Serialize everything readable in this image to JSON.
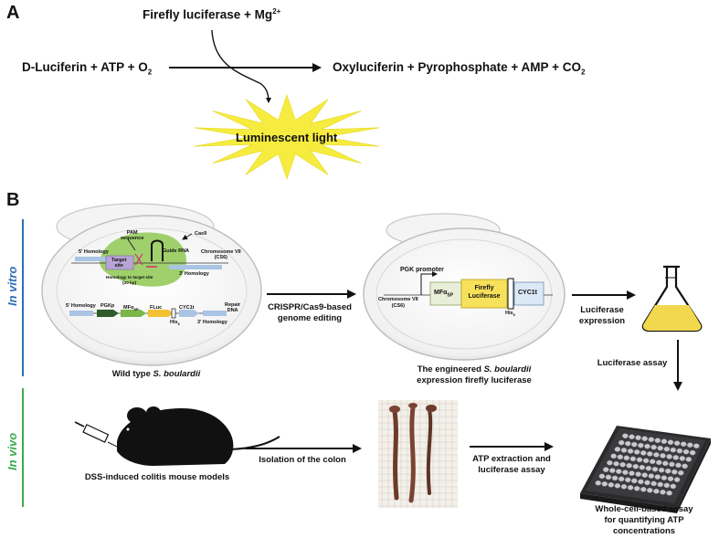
{
  "panelA": {
    "letter": "A",
    "enzyme_text": "Firefly luciferase + Mg",
    "enzyme_sup": "2+",
    "reactants": "D-Luciferin + ATP + O",
    "reactants_sub": "2",
    "products": "Oxyluciferin + Pyrophosphate + AMP + CO",
    "products_sub": "2",
    "light_label": "Luminescent light"
  },
  "panelB": {
    "letter": "B",
    "in_vitro": "In vitro",
    "in_vivo": "In vivo",
    "wild_type_prefix": "Wild type ",
    "wild_type_species": "S. boulardii",
    "crispr_label_1": "CRISPR/Cas9-based",
    "crispr_label_2": "genome editing",
    "engineered_prefix": "The engineered ",
    "engineered_species": "S. boulardii",
    "engineered_line2": "expression firefly luciferase",
    "luciferase_expression_1": "Luciferase",
    "luciferase_expression_2": "expression",
    "luciferase_assay": "Luciferase assay",
    "mouse_label": "DSS-induced colitis mouse models",
    "colon_label": "Isolation of the colon",
    "atp_label_1": "ATP extraction and",
    "atp_label_2": "luciferase assay",
    "assay_1": "Whole-cell-based assay",
    "assay_2": "for quantifying ATP",
    "assay_3": "concentrations"
  },
  "cell_wt": {
    "cas9": "Cas9",
    "pam_1": "PAM",
    "pam_2": "sequence",
    "guide_rna": "Guide RNA",
    "target_1": "Target",
    "target_2": "site",
    "h5": "5' Homology",
    "h3": "3' Homology",
    "chrom_1": "Chromosome VII",
    "chrom_2": "(CS6)",
    "homology_note_1": "Homology to target site",
    "homology_note_2": "(20 bp)",
    "donor_h5": "5' Homology",
    "pgkp": "PGKp",
    "mfa": "MFα",
    "mfa_sub": "SP",
    "fluc": "FLuc",
    "cyc1t": "CYC1t",
    "his": "His",
    "his_sub": "6",
    "donor_h3": "3' Homology",
    "repair_1": "Repair",
    "repair_2": "DNA"
  },
  "cell_eng": {
    "pgk_promoter": "PGK promoter",
    "chrom_1": "Chromosome VII",
    "chrom_2": "(CS6)",
    "mfa": "MFα",
    "mfa_sub": "SP",
    "firefly_1": "Firefly",
    "firefly_2": "Luciferase",
    "cyc1t": "CYC1t",
    "his": "His",
    "his_sub": "6"
  },
  "colors": {
    "starburst": "#f6ec3f",
    "green_blob": "#9acd64",
    "dna_blue": "#a9c4e4",
    "in_vitro_line": "#2f6db5",
    "in_vivo_line": "#3cab4a",
    "firefly_box": "#f7e15a",
    "flask_liquid": "#f1d84e",
    "plate": "#3a3a3c"
  }
}
